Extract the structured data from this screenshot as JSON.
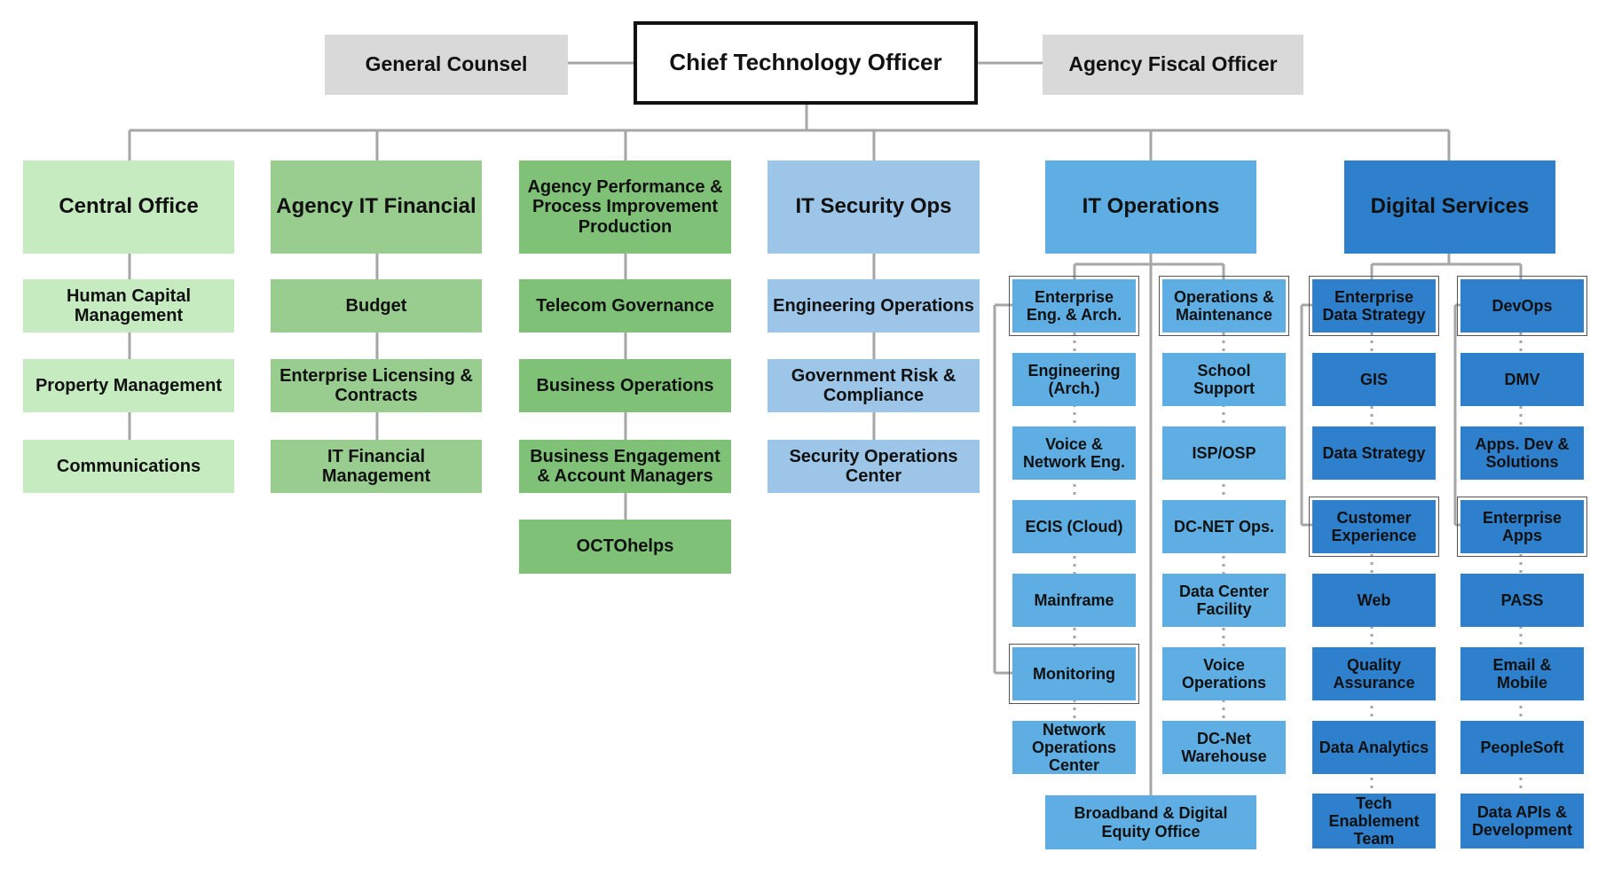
{
  "top": {
    "cto": "Chief Technology Officer",
    "general_counsel": "General Counsel",
    "fiscal_officer": "Agency Fiscal Officer"
  },
  "central": {
    "title": "Central Office",
    "items": [
      "Human Capital Management",
      "Property Management",
      "Communications"
    ]
  },
  "financial": {
    "title": "Agency IT Financial",
    "items": [
      "Budget",
      "Enterprise Licensing & Contracts",
      "IT Financial Management"
    ]
  },
  "performance": {
    "title": "Agency Performance & Process Improvement Production",
    "items": [
      "Telecom Governance",
      "Business Operations",
      "Business Engagement & Account Managers",
      "OCTOhelps"
    ]
  },
  "security": {
    "title": "IT Security Ops",
    "items": [
      "Engineering Operations",
      "Government Risk & Compliance",
      "Security Operations Center"
    ]
  },
  "itops": {
    "title": "IT Operations",
    "eng_arch": {
      "title": "Enterprise Eng. & Arch.",
      "items": [
        "Engineering (Arch.)",
        "Voice & Network Eng.",
        "ECIS (Cloud)",
        "Mainframe"
      ],
      "monitoring": "Monitoring",
      "noc": "Network Operations Center"
    },
    "om": {
      "title": "Operations & Maintenance",
      "items": [
        "School Support",
        "ISP/OSP",
        "DC-NET Ops.",
        "Data Center Facility",
        "Voice Operations",
        "DC-Net Warehouse"
      ]
    },
    "broadband": "Broadband & Digital Equity Office"
  },
  "digital": {
    "title": "Digital Services",
    "eds": {
      "title": "Enterprise Data Strategy",
      "items": [
        "GIS",
        "Data Strategy"
      ]
    },
    "cx": {
      "title": "Customer Experience",
      "items": [
        "Web",
        "Quality Assurance",
        "Data Analytics",
        "Tech Enablement Team"
      ]
    },
    "devops": {
      "title": "DevOps",
      "items": [
        "DMV",
        "Apps. Dev & Solutions"
      ]
    },
    "apps": {
      "title": "Enterprise Apps",
      "items": [
        "PASS",
        "Email & Mobile",
        "PeopleSoft",
        "Data APIs & Development"
      ]
    }
  },
  "colors": {
    "green_light": "#c6ebc0",
    "green_mid": "#99cc8f",
    "green_dark": "#7fc277",
    "blue_light": "#9cc5e8",
    "blue_mid": "#5eaee3",
    "blue_dark": "#2e7fcc",
    "grey": "#d9d9d9",
    "connector": "#a6a6a6"
  }
}
